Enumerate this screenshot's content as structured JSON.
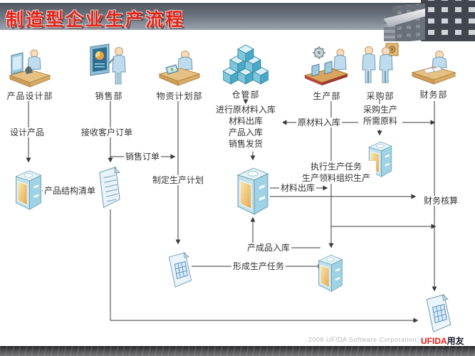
{
  "header": {
    "title": "制造型企业生产流程"
  },
  "departments": [
    {
      "label": "产品设计部"
    },
    {
      "label": "销售部"
    },
    {
      "label": "物资计划部"
    },
    {
      "label": "仓管部"
    },
    {
      "label": "生产部"
    },
    {
      "label": "采购部"
    },
    {
      "label": "财务部"
    }
  ],
  "flow_labels": {
    "design_product": "设计产品",
    "receive_customer_order": "接收客户订单",
    "sales_order": "销售订单",
    "product_structure_list": "产品结构清单",
    "make_production_plan": "制定生产计划",
    "warehouse_operations": "进行原材料入库\n材料出库\n产品入库\n销售发货",
    "raw_material_in": "原材料入库",
    "purchase_materials": "采购生产\n所需原料",
    "execute_production_task": "执行生产任务\n生产领料组织生产",
    "material_out": "材料出库",
    "financial_accounting": "财务核算",
    "finished_product_in": "产成品入库",
    "form_production_task": "形成生产任务"
  },
  "footer": {
    "copyright": "2008 UFIDA Software Corporation",
    "logo_en": "UFIDA",
    "logo_cn": "用友"
  },
  "colors": {
    "title_red": "#e0251a",
    "logo_red": "#e31c13",
    "connector": "#3a3a3a",
    "icon_blue": "#bfdcee",
    "icon_teal": "#7ec6dc",
    "icon_gold": "#e8b35a"
  }
}
